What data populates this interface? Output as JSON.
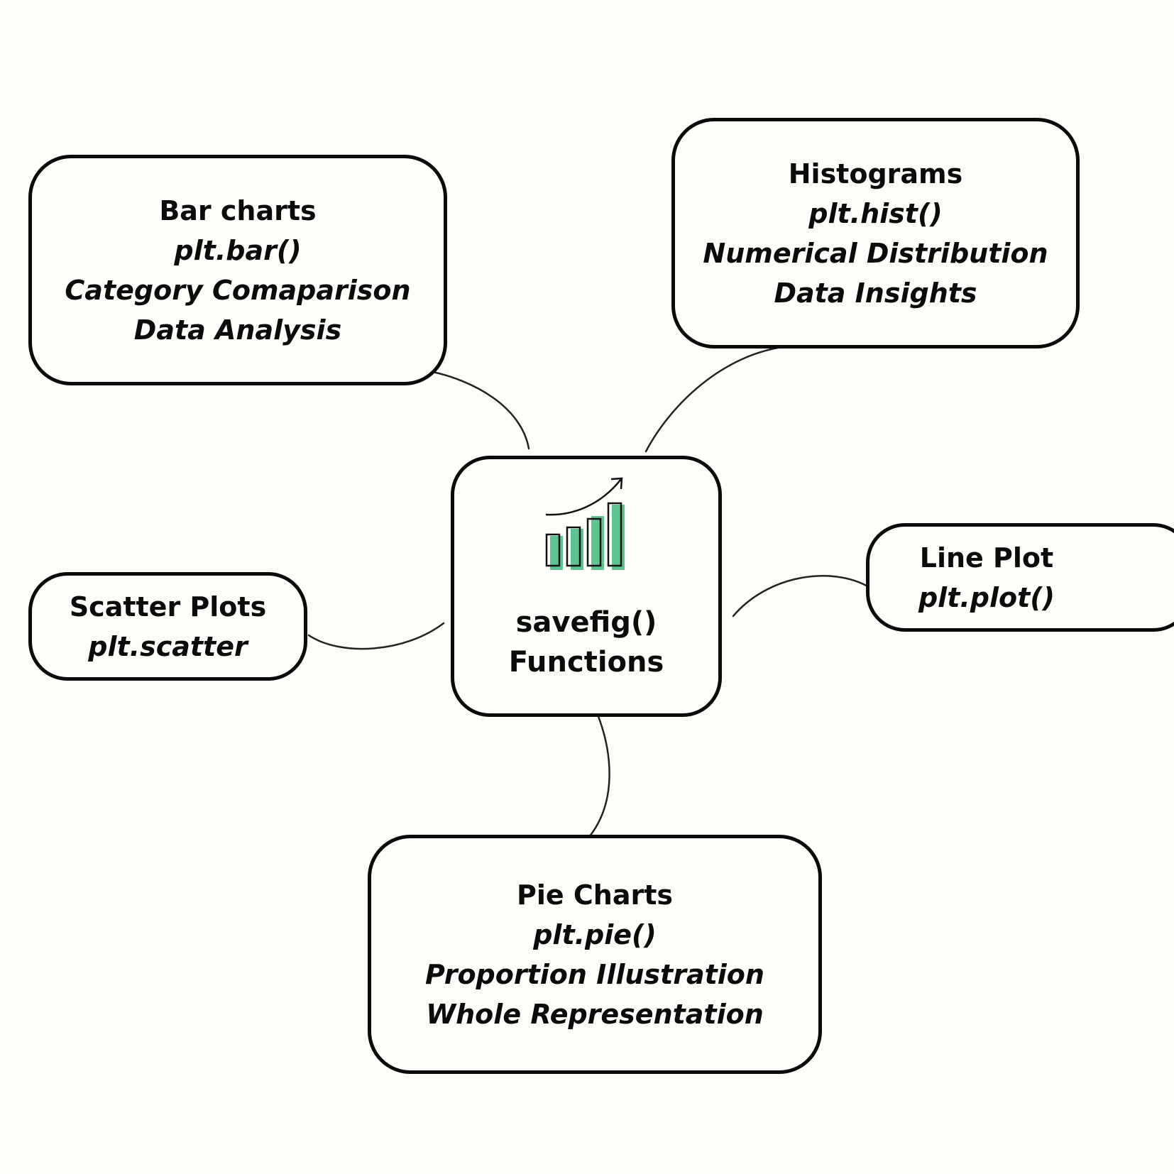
{
  "center": {
    "title": "savefig()",
    "subtitle": "Functions",
    "icon": "bar-chart-growth-icon",
    "accent": "#5cc391"
  },
  "nodes": {
    "bar": {
      "title": "Bar charts",
      "function": "plt.bar()",
      "lines": [
        "Category Comaparison",
        "Data Analysis"
      ]
    },
    "hist": {
      "title": "Histograms",
      "function": "plt.hist()",
      "lines": [
        "Numerical Distribution",
        "Data Insights"
      ]
    },
    "line": {
      "title": "Line Plot",
      "function": "plt.plot()"
    },
    "scatter": {
      "title": "Scatter Plots",
      "function": "plt.scatter"
    },
    "pie": {
      "title": "Pie Charts",
      "function": "plt.pie()",
      "lines": [
        "Proportion Illustration",
        "Whole Representation"
      ]
    }
  }
}
